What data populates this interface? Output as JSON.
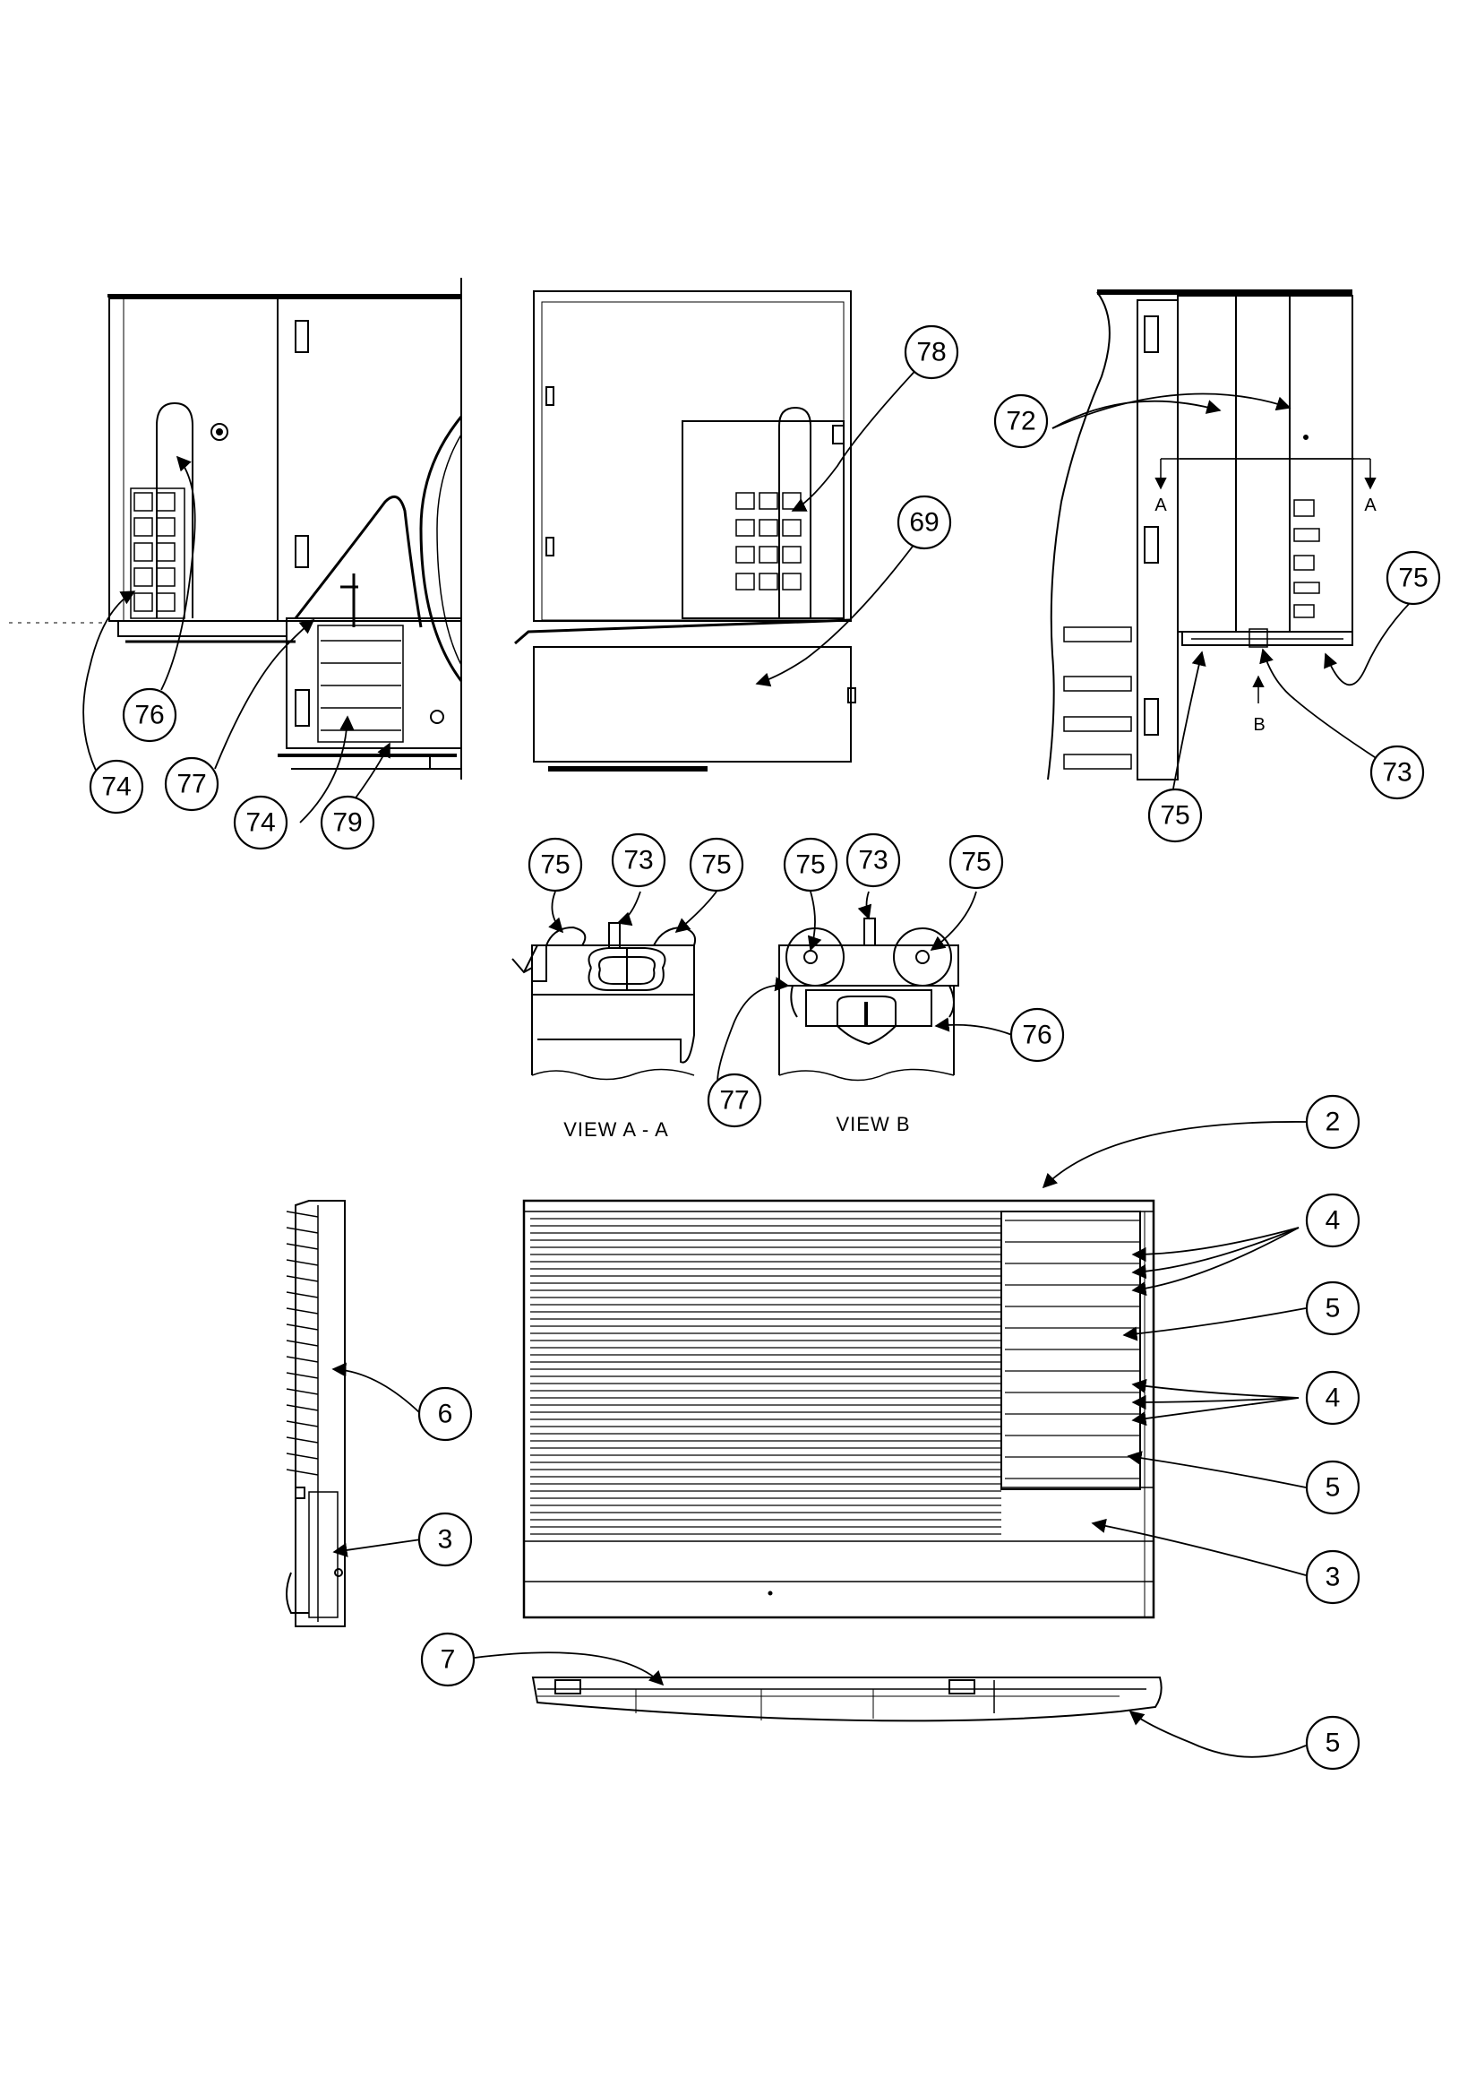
{
  "views": {
    "view_aa": "VIEW  A - A",
    "view_b": "VIEW  B"
  },
  "section_marks": {
    "a_left": "A",
    "a_right": "A",
    "b": "B"
  },
  "callouts": {
    "c74a": "74",
    "c76a": "76",
    "c77a": "77",
    "c74b": "74",
    "c79": "79",
    "c78": "78",
    "c69": "69",
    "c72": "72",
    "c75a": "75",
    "c75b": "75",
    "c73a": "73",
    "c75c": "75",
    "c73b": "73",
    "c75d": "75",
    "c75e": "75",
    "c73c": "73",
    "c75f": "75",
    "c76b": "76",
    "c77b": "77",
    "c2": "2",
    "c4a": "4",
    "c5a": "5",
    "c4b": "4",
    "c5b": "5",
    "c3b": "3",
    "c6": "6",
    "c3a": "3",
    "c7": "7",
    "c5c": "5"
  }
}
